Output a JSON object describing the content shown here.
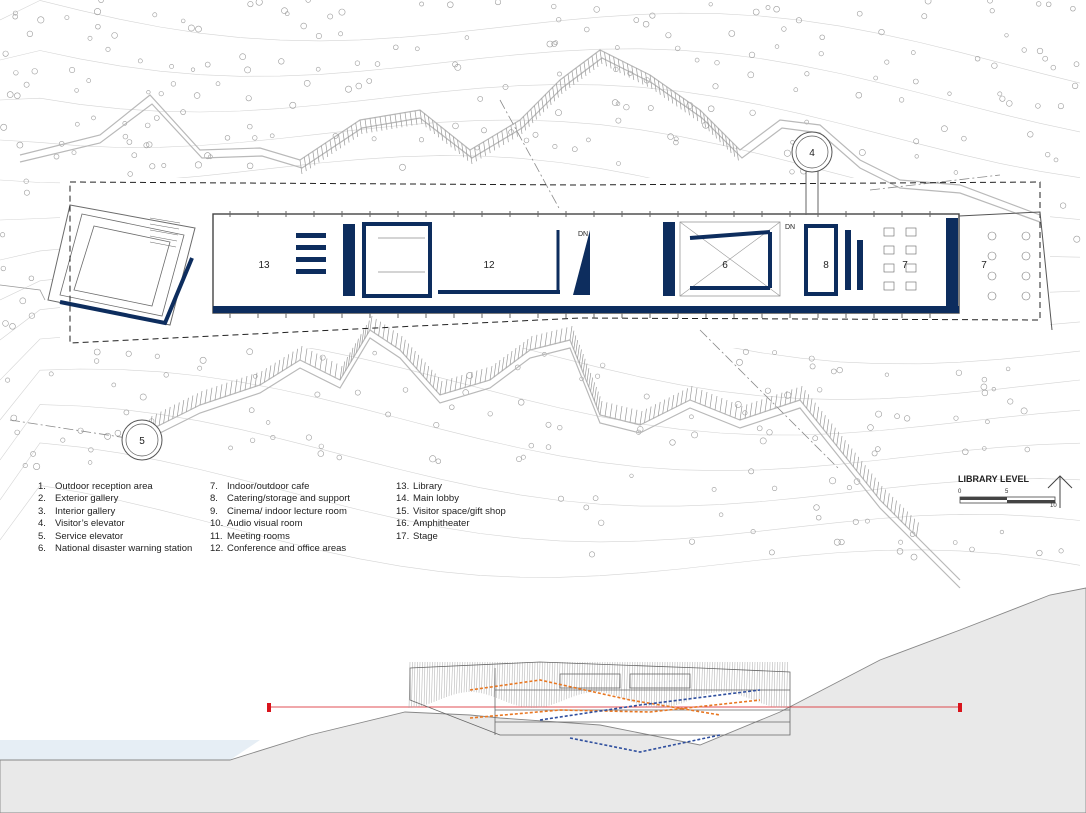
{
  "legend_columns": [
    [
      {
        "num": "1.",
        "label": "Outdoor reception area"
      },
      {
        "num": "2.",
        "label": "Exterior gallery"
      },
      {
        "num": "3.",
        "label": "Interior gallery"
      },
      {
        "num": "4.",
        "label": "Visitor’s elevator"
      },
      {
        "num": "5.",
        "label": "Service elevator"
      },
      {
        "num": "6.",
        "label": "National disaster warning station"
      }
    ],
    [
      {
        "num": "7.",
        "label": "Indoor/outdoor cafe"
      },
      {
        "num": "8.",
        "label": "Catering/storage and support"
      },
      {
        "num": "9.",
        "label": "Cinema/  indoor lecture room"
      },
      {
        "num": "10.",
        "label": "Audio visual room"
      },
      {
        "num": "11.",
        "label": "Meeting rooms"
      },
      {
        "num": "12.",
        "label": "Conference and office areas"
      }
    ],
    [
      {
        "num": "13.",
        "label": "Library"
      },
      {
        "num": "14.",
        "label": "Main lobby"
      },
      {
        "num": "15.",
        "label": "Visitor space/gift shop"
      },
      {
        "num": "16.",
        "label": "Amphitheater"
      },
      {
        "num": "17.",
        "label": "Stage"
      }
    ]
  ],
  "plan_labels": {
    "room_13": "13",
    "room_12": "12",
    "room_6": "6",
    "room_8": "8",
    "room_7a": "7",
    "room_7b": "7",
    "elevator_4": "4",
    "elevator_5": "5",
    "stair_dn_1": "DN",
    "stair_dn_2": "DN"
  },
  "level_title": "LIBRARY LEVEL",
  "scale_ticks": {
    "t0": "0",
    "t5": "5",
    "t10": "10"
  },
  "colors": {
    "accent_navy": "#0d2d5e",
    "contour_gray": "#bfbfbf",
    "section_red": "#d9141c",
    "section_orange": "#e87722",
    "section_blue": "#2f4f9e",
    "water_blue": "#e6eef5"
  }
}
